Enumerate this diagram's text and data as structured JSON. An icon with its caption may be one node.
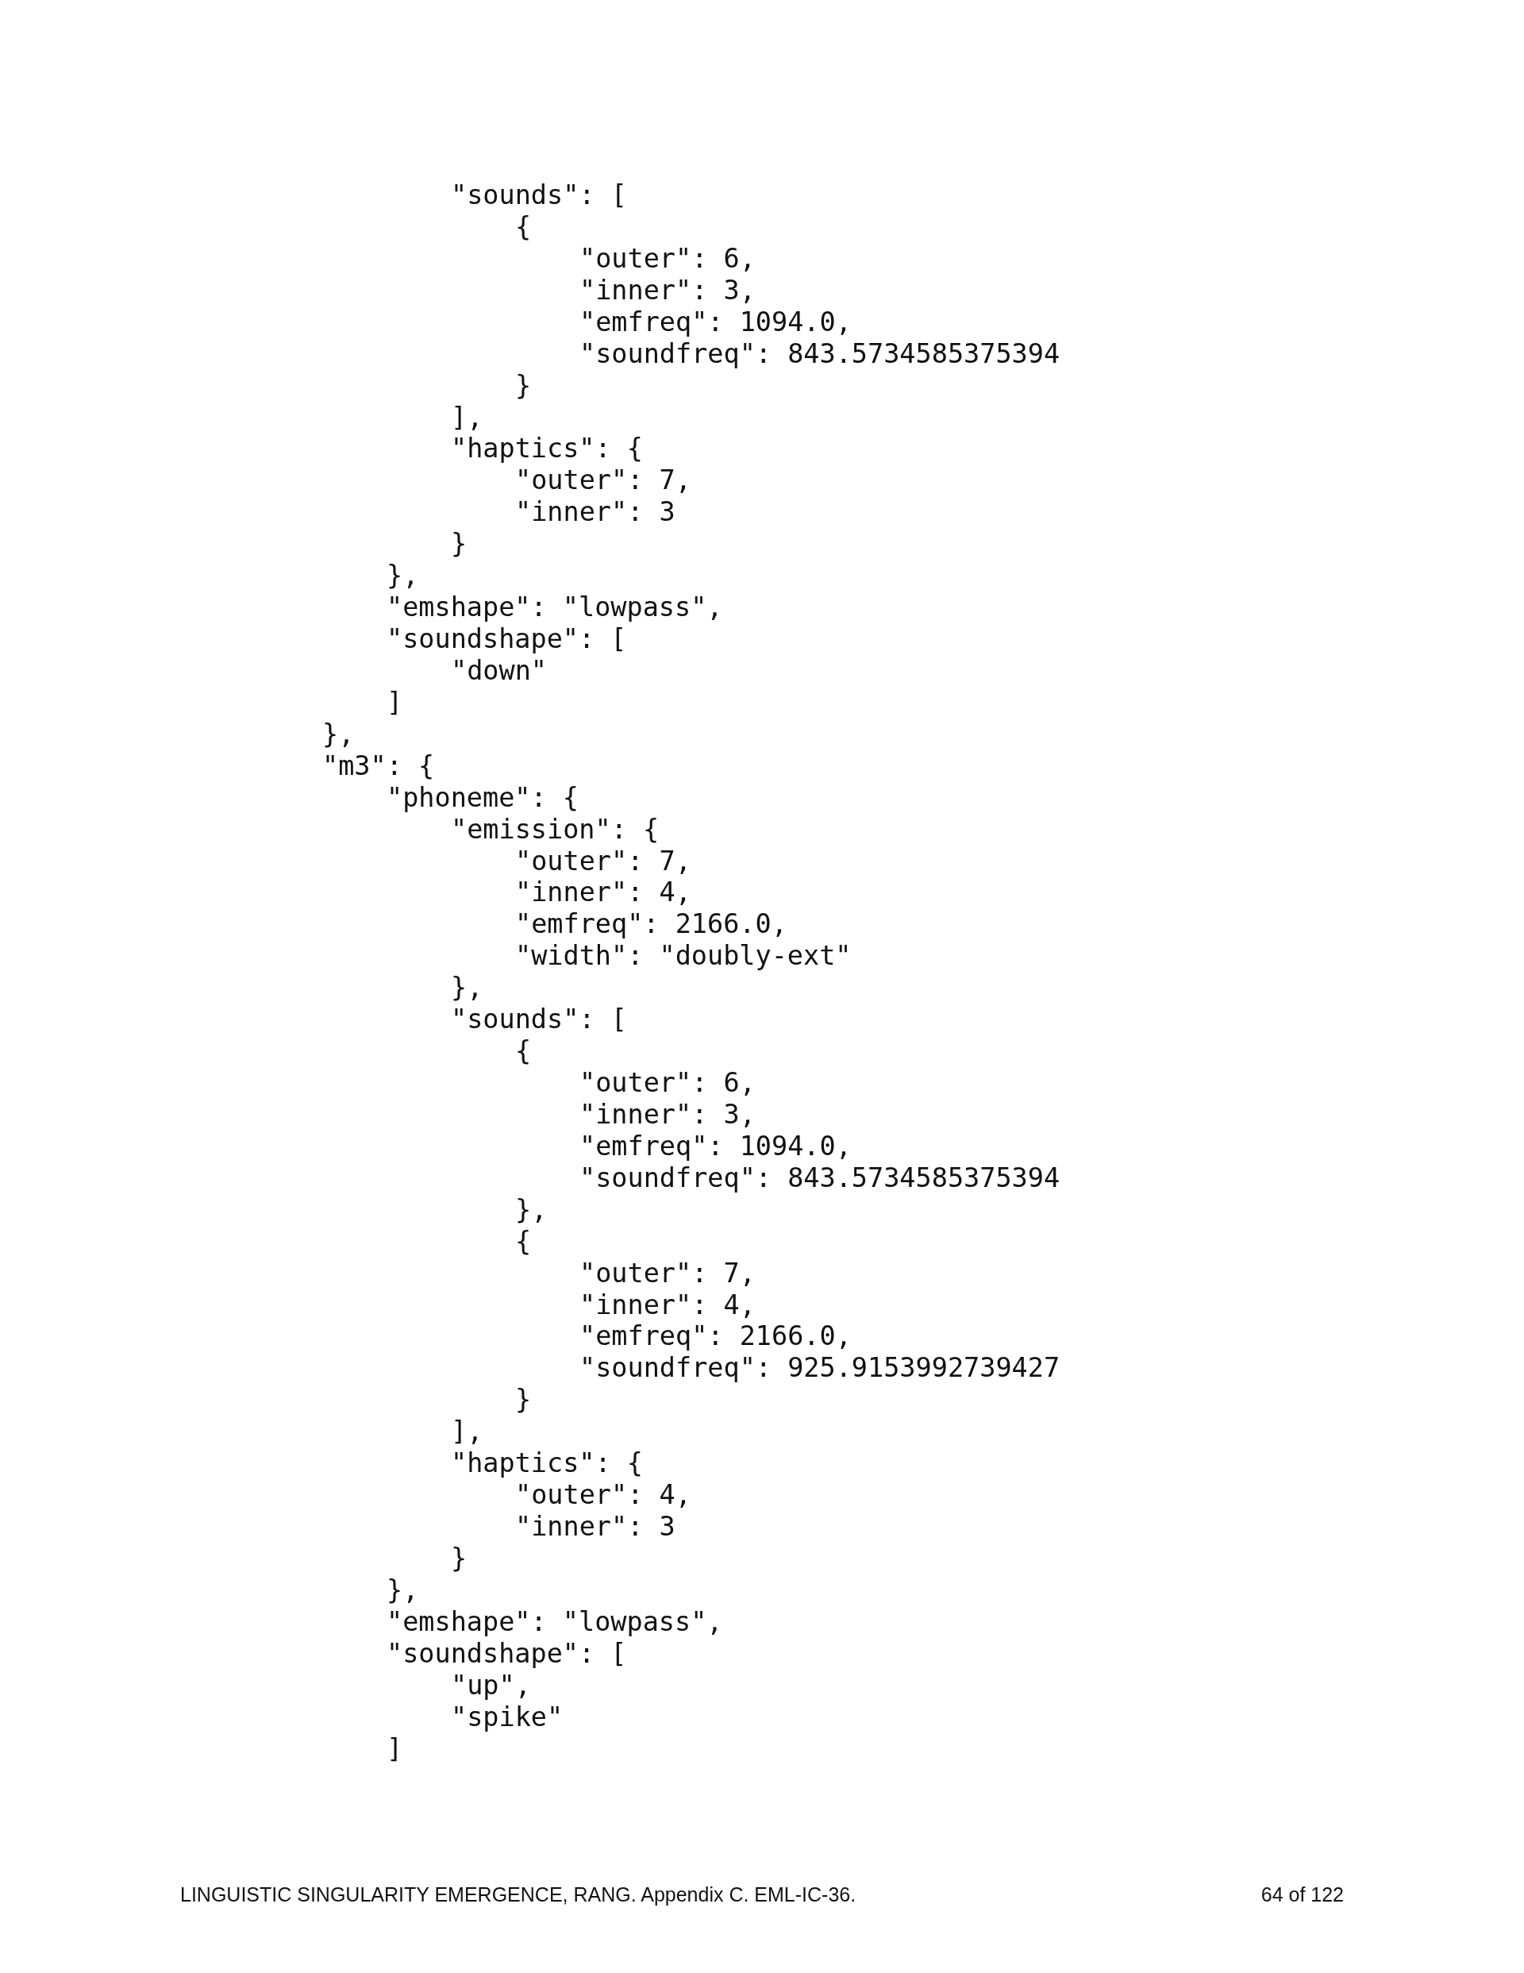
{
  "diagram": {
    "labels": [
      "\"sounds\": [",
      "{",
      "\"outer\": 6,",
      "\"inner\": 3,",
      "\"emfreq\": 1094.0,",
      "\"soundfreq\": 843.5734585375394",
      "}",
      "],",
      "\"haptics\": {",
      "\"outer\": 7,",
      "\"inner\": 3",
      "}",
      "},",
      "\"emshape\": \"lowpass\",",
      "\"soundshape\": [",
      "\"down\"",
      "]",
      "},",
      "\"m3\": {",
      "\"phoneme\": {",
      "\"emission\": {",
      "\"outer\": 7,",
      "\"inner\": 4,",
      "\"emfreq\": 2166.0,",
      "\"width\": \"doubly-ext\"",
      "},",
      "\"sounds\": [",
      "{",
      "\"outer\": 6,",
      "\"inner\": 3,",
      "\"emfreq\": 1094.0,",
      "\"soundfreq\": 843.5734585375394",
      "},",
      "{",
      "\"outer\": 7,",
      "\"inner\": 4,",
      "\"emfreq\": 2166.0,",
      "\"soundfreq\": 925.9153992739427",
      "}",
      "],",
      "\"haptics\": {",
      "\"outer\": 4,",
      "\"inner\": 3",
      "}",
      "},",
      "\"emshape\": \"lowpass\",",
      "\"soundshape\": [",
      "\"up\",",
      "\"spike\"",
      "]",
      "LINGUISTIC SINGULARITY EMERGENCE, RANG. Appendix C. EML-IC-36.",
      "64 of 122"
    ]
  }
}
